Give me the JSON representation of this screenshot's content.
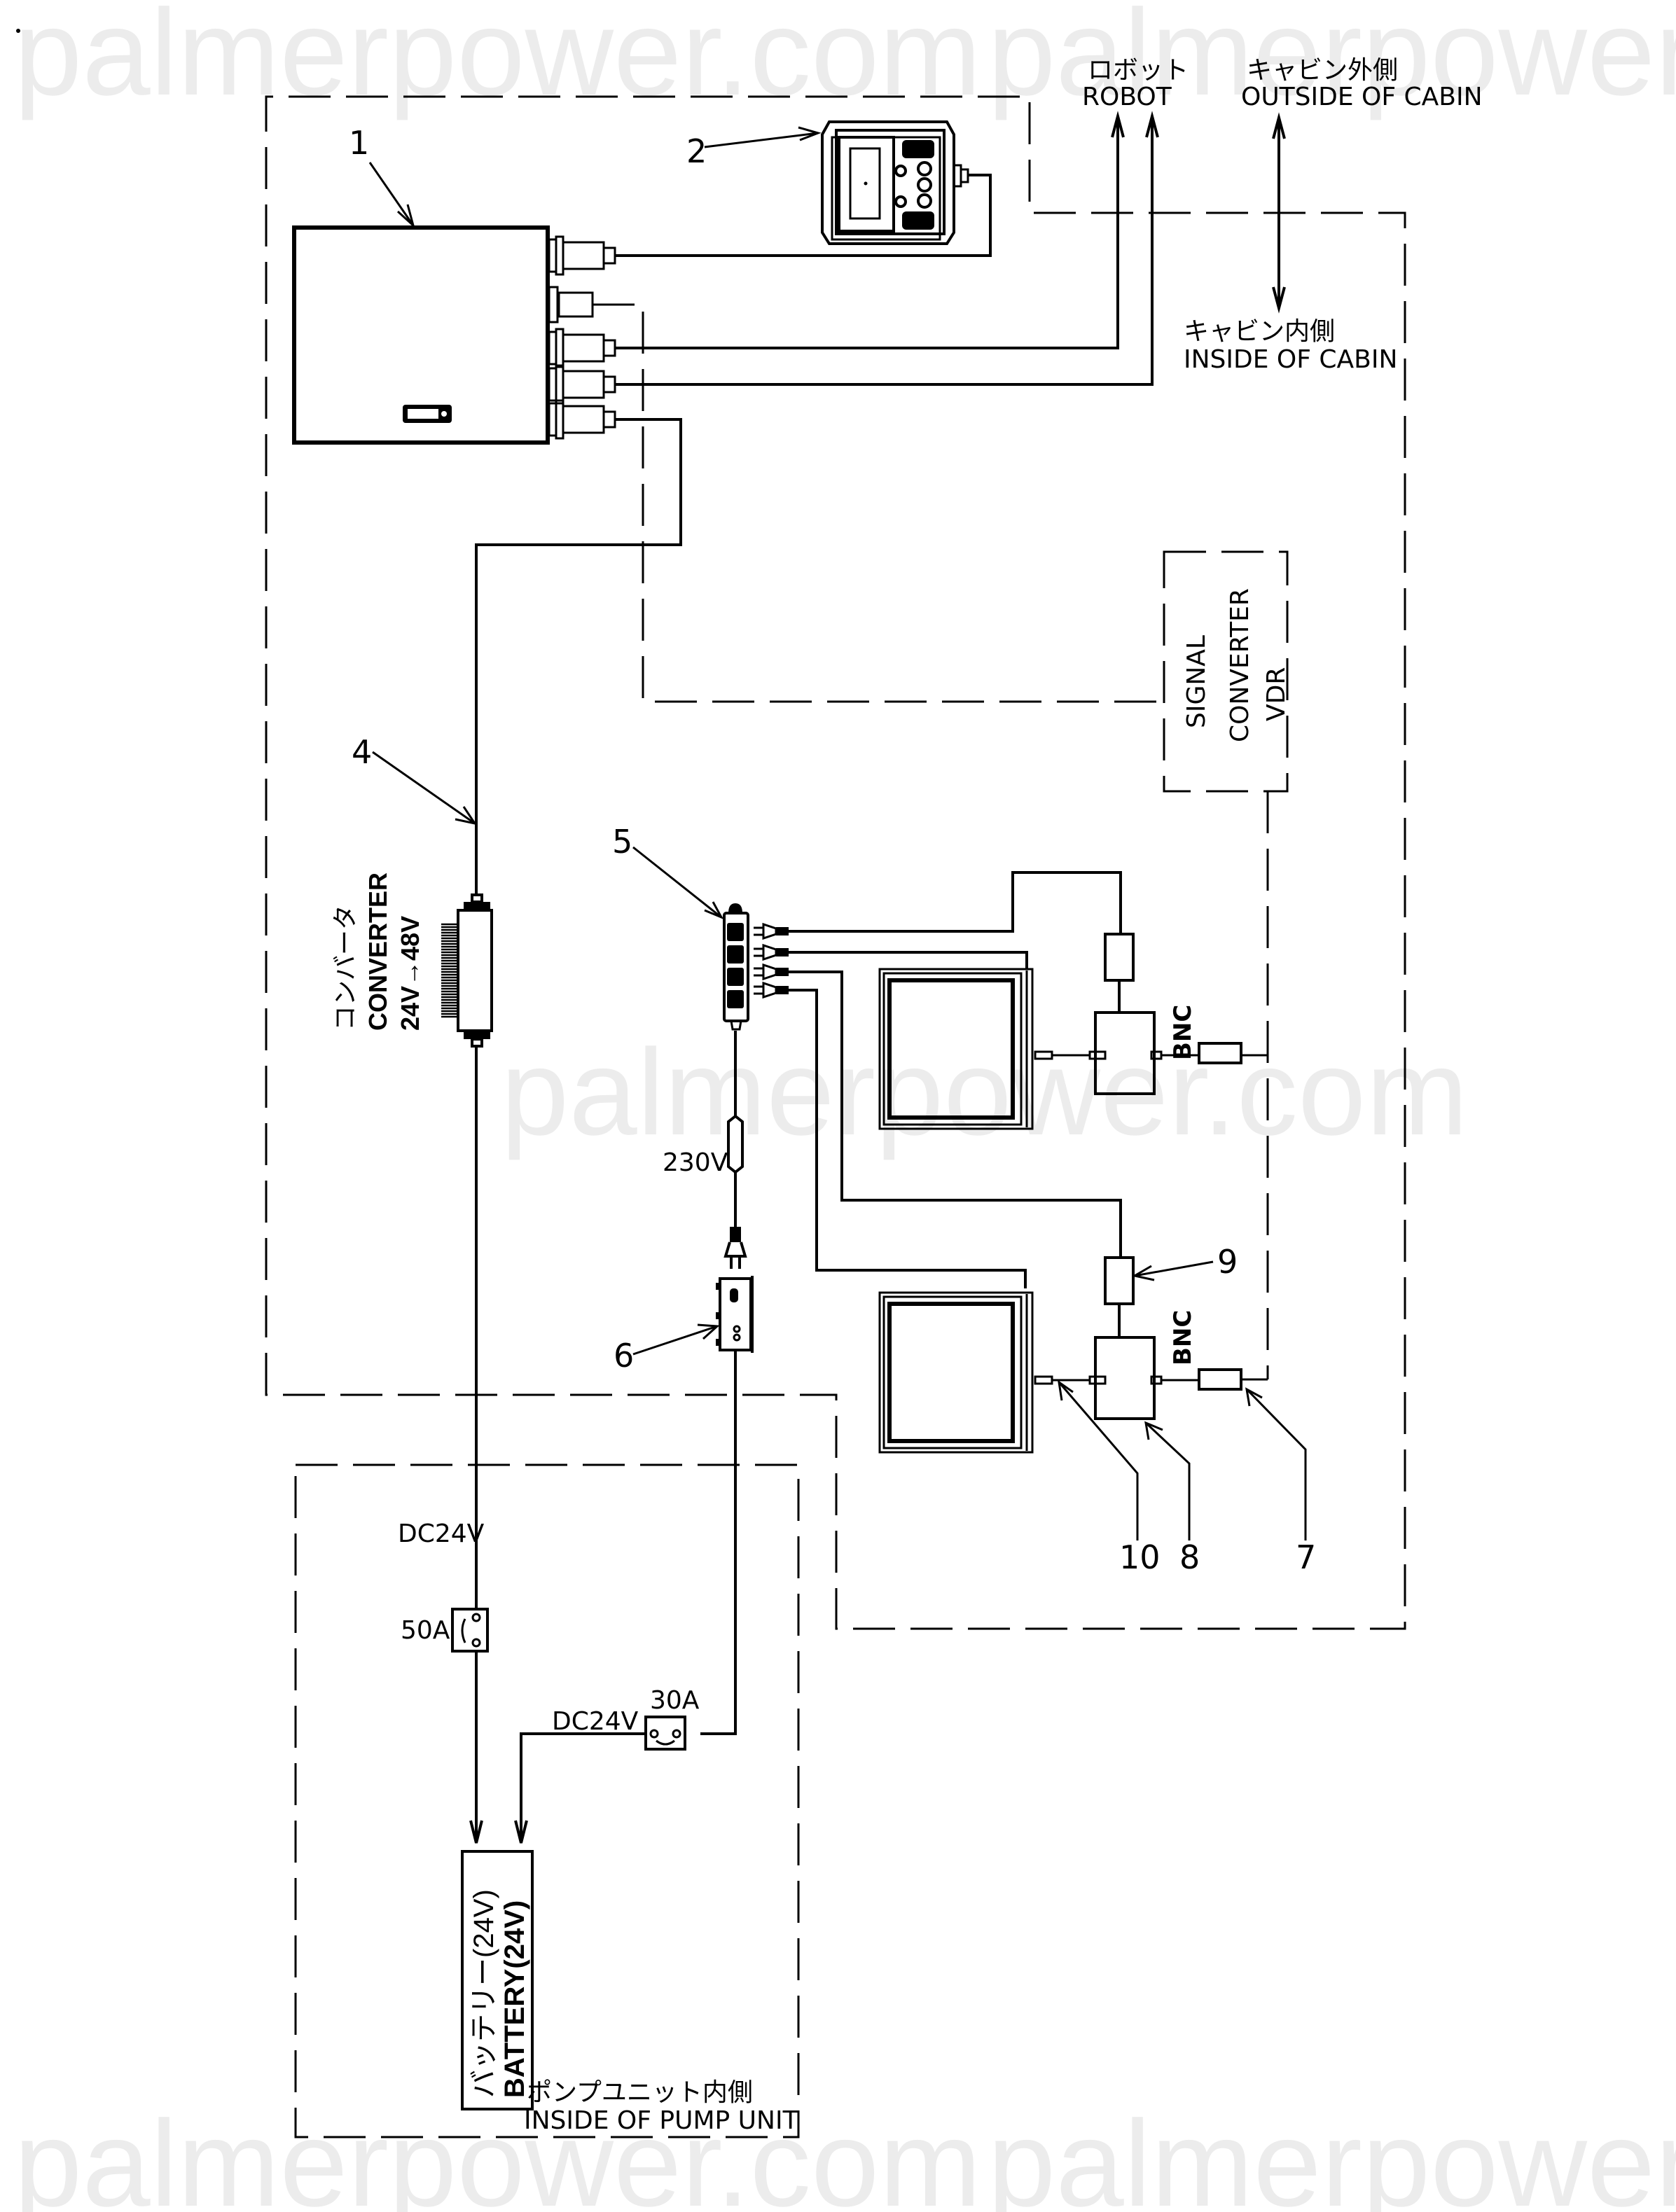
{
  "watermark": "palmerpower.com",
  "zones": {
    "robot_jp": "ロボット",
    "robot_en": "ROBOT",
    "outside_cabin_jp": "キャビン外側",
    "outside_cabin_en": "OUTSIDE OF CABIN",
    "inside_cabin_jp": "キャビン内側",
    "inside_cabin_en": "INSIDE OF CABIN",
    "inside_pump_jp": "ポンプユニット内側",
    "inside_pump_en": "INSIDE OF PUMP UNIT"
  },
  "components": {
    "signal_converter": [
      "SIGNAL",
      "CONVERTER",
      "VDR"
    ],
    "converter_jp": "コンバータ",
    "converter_en": "CONVERTER",
    "converter_rating": "24V→48V",
    "battery_jp": "バッテリー(24V)",
    "battery_en": "BATTERY(24V)",
    "bnc_label": "BNC",
    "mains_voltage": "230V",
    "dc_voltage_1": "DC24V",
    "dc_voltage_2": "DC24V",
    "fuse_1": "50A",
    "fuse_2": "30A"
  },
  "callouts": [
    "1",
    "2",
    "4",
    "5",
    "6",
    "7",
    "8",
    "9",
    "10"
  ]
}
